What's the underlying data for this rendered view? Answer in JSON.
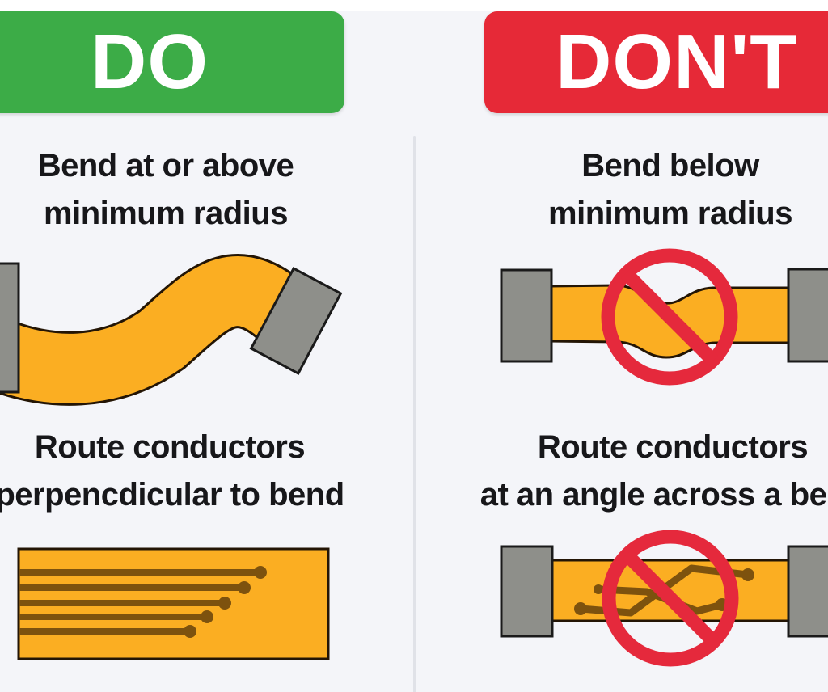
{
  "page": {
    "background_color": "#f4f5f9",
    "top_strip_color": "#ffffff",
    "divider_color": "#e0e2e8",
    "text_color": "#17171a"
  },
  "columns": {
    "do": {
      "banner": {
        "label": "DO",
        "color": "#3cac47",
        "text_color": "#ffffff"
      },
      "sections": [
        {
          "caption_line1": "Bend at or above",
          "caption_line2": "minimum radius",
          "illustration": "flex-cable-gentle-s-bend"
        },
        {
          "caption_line1": "Route conductors",
          "caption_line2": "perpencdicular to bend",
          "illustration": "perpendicular-traces-on-flex"
        }
      ]
    },
    "dont": {
      "banner": {
        "label": "DON'T",
        "color": "#e62937",
        "text_color": "#ffffff"
      },
      "sections": [
        {
          "caption_line1": "Bend below",
          "caption_line2": "minimum radius",
          "illustration": "flex-cable-creased-prohibited"
        },
        {
          "caption_line1": "Route conductors",
          "caption_line2": "at an angle across a bend",
          "illustration": "angled-traces-prohibited"
        }
      ]
    }
  },
  "colors": {
    "bg": "#f4f5f9",
    "green": "#3cac47",
    "red": "#e62937",
    "orange": "#fbae22",
    "outline": "#231505",
    "gray": "#8e8f8a",
    "grayline": "#1a1a1a",
    "trace": "#7d520e",
    "text": "#17171a",
    "divider": "#e0e2e8",
    "bannertext": "#ffffff",
    "nored": "#e5293c"
  }
}
